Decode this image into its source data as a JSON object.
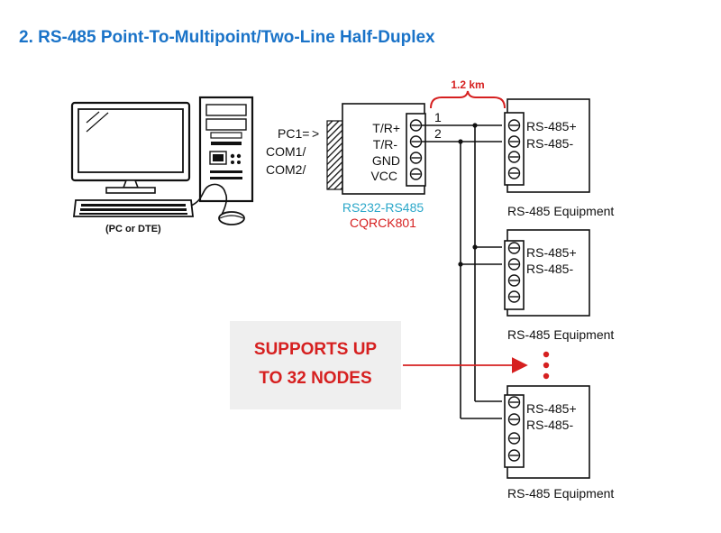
{
  "title": "2. RS-485 Point-To-Multipoint/Two-Line Half-Duplex",
  "pc": {
    "caption": "(PC or DTE)",
    "ports": [
      "PC1=",
      "COM1/",
      "COM2/"
    ],
    "arrow": ">"
  },
  "converter": {
    "terminals": [
      "T/R+",
      "T/R-",
      "GND",
      "VCC"
    ],
    "name": "RS232-RS485",
    "model": "CQRCK801",
    "name_color": "#2aa7c9",
    "model_color": "#d62020"
  },
  "line": {
    "distance": "1.2 km",
    "wire_numbers": [
      "1",
      "2"
    ]
  },
  "equipment": [
    {
      "terminals": [
        "RS-485+",
        "RS-485-"
      ],
      "label": "RS-485 Equipment"
    },
    {
      "terminals": [
        "RS-485+",
        "RS-485-"
      ],
      "label": "RS-485 Equipment"
    },
    {
      "terminals": [
        "RS-485+",
        "RS-485-"
      ],
      "label": "RS-485 Equipment"
    }
  ],
  "callout": {
    "lines": [
      "SUPPORTS UP",
      "TO 32 NODES"
    ],
    "color": "#d62020",
    "background": "#efefef"
  },
  "colors": {
    "title": "#1a73c8",
    "accent": "#d62020"
  }
}
